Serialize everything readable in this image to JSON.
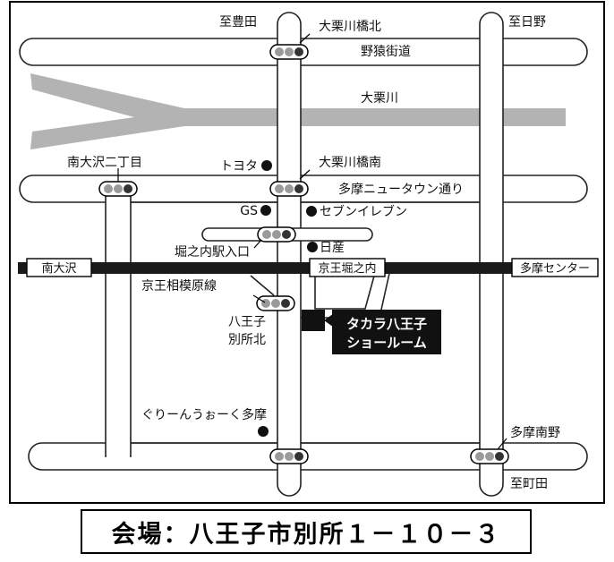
{
  "map": {
    "rivers": {
      "ookurigawa": "大栗川"
    },
    "roads": {
      "yaen_kaido": "野猿街道",
      "tama_newtown": "多摩ニュータウン通り"
    },
    "directions": {
      "to_toyoda": "至豊田",
      "to_hino": "至日野",
      "to_machida": "至町田"
    },
    "intersections": {
      "ookurigawa_kita": "大栗川橋北",
      "ookurigawa_minami": "大栗川橋南",
      "minami_osawa_2": "南大沢二丁目",
      "horinouchi_eki": "堀之内駅入口",
      "hachioji_bessho_kita_1": "八王子",
      "hachioji_bessho_kita_2": "別所北",
      "tama_minamino": "多摩南野"
    },
    "landmarks": {
      "toyota": "トヨタ",
      "gs": "GS",
      "seven_eleven": "セブンイレブン",
      "nissan": "日産",
      "greenwalk": "ぐりーんうぉーく多摩"
    },
    "railway": {
      "line_name": "京王相模原線",
      "station_minami_osawa": "南大沢",
      "station_horinouchi": "京王堀之内",
      "station_tama_center": "多摩センター"
    },
    "destination": {
      "line1": "タカラ八王子",
      "line2": "ショールーム"
    },
    "colors": {
      "road": "#ffffff",
      "road_edge": "#222222",
      "river": "#b3b3b3",
      "rail": "#1a1a1a",
      "signal_light": "#9a9a9a",
      "signal_dark": "#333333"
    }
  },
  "address": {
    "label": "会場：八王子市別所１－１０－３"
  }
}
